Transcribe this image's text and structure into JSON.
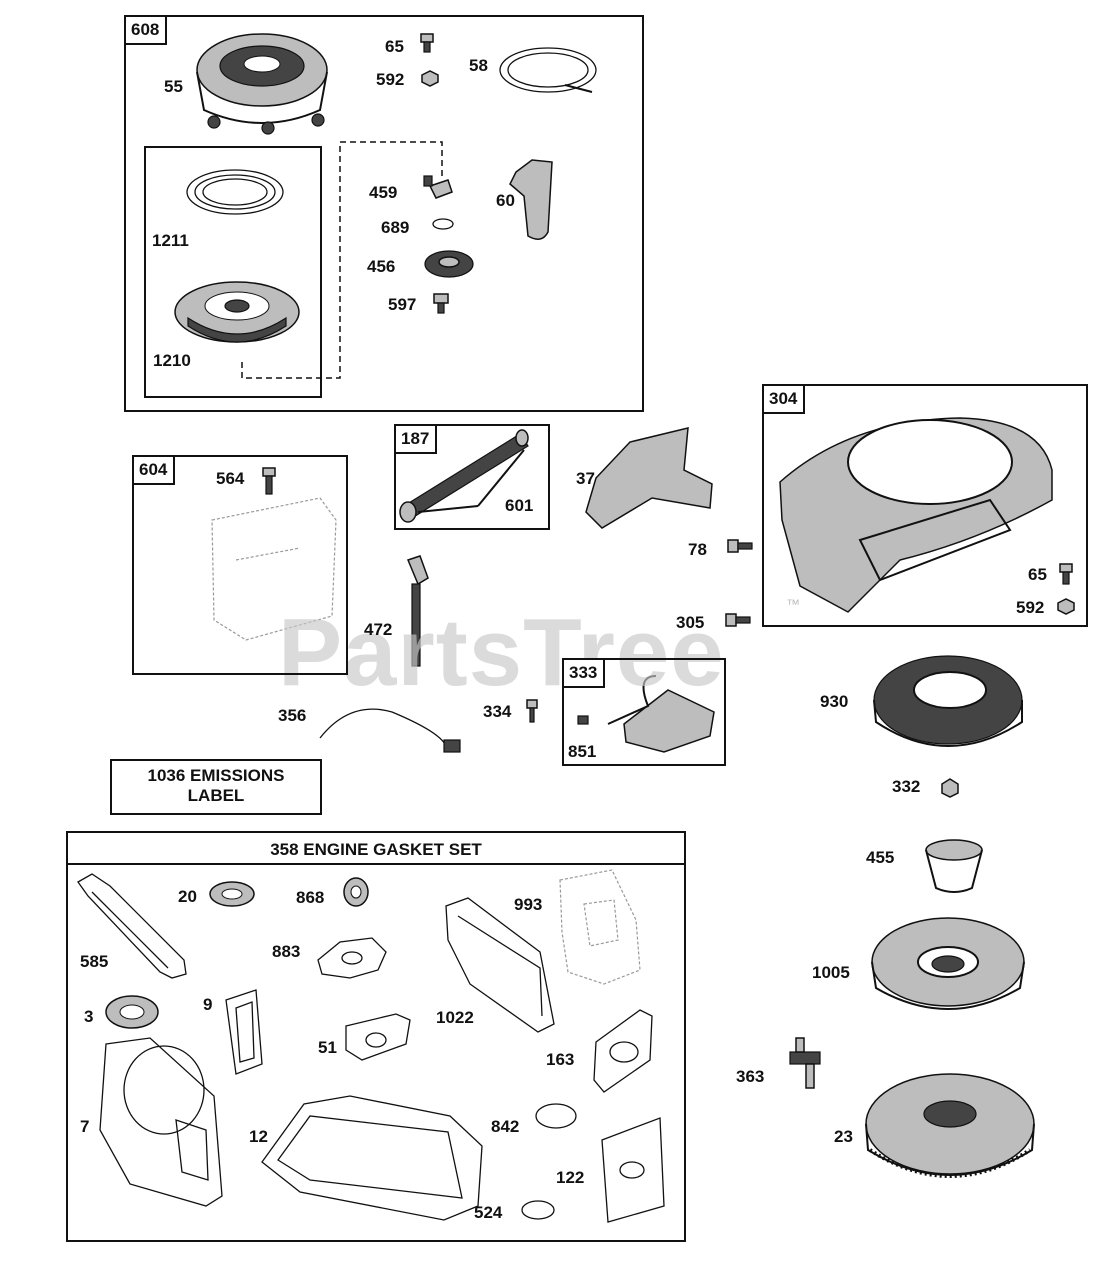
{
  "watermark": "PartsTree",
  "trademark": "™",
  "frames": {
    "f608": "608",
    "f304": "304",
    "f604": "604",
    "f187": "187",
    "f333": "333",
    "emissions": [
      "1036 EMISSIONS",
      "LABEL"
    ],
    "gasket_set": "358 ENGINE GASKET SET"
  },
  "callouts": {
    "p55": "55",
    "p65a": "65",
    "p592a": "592",
    "p58": "58",
    "p459": "459",
    "p60": "60",
    "p689": "689",
    "p456": "456",
    "p597": "597",
    "p1211": "1211",
    "p1210": "1210",
    "p564": "564",
    "p601": "601",
    "p37": "37",
    "p78": "78",
    "p65b": "65",
    "p592b": "592",
    "p305": "305",
    "p472": "472",
    "p356": "356",
    "p334": "334",
    "p851": "851",
    "p930": "930",
    "p332": "332",
    "p455": "455",
    "p1005": "1005",
    "p363": "363",
    "p23": "23",
    "p20": "20",
    "p868": "868",
    "p993": "993",
    "p585": "585",
    "p883": "883",
    "p3": "3",
    "p9": "9",
    "p1022": "1022",
    "p51": "51",
    "p163": "163",
    "p7": "7",
    "p12": "12",
    "p842": "842",
    "p122": "122",
    "p524": "524"
  }
}
